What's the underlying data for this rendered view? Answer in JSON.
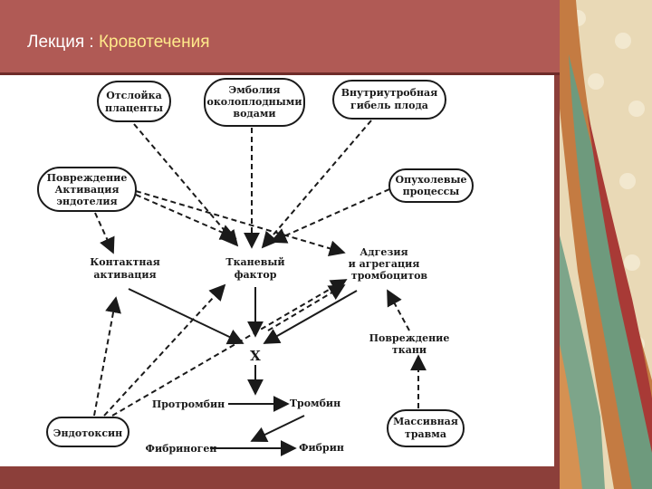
{
  "header": {
    "title_prefix": "Лекция",
    "separator": " : ",
    "title_main": "Кровотечения"
  },
  "nodes": {
    "placenta": [
      "Отслойка",
      "плаценты"
    ],
    "embolism": [
      "Эмболия",
      "околоплодными",
      "водами"
    ],
    "fetal_death": [
      "Внутриутробная",
      "гибель плода"
    ],
    "endothelium": [
      "Повреждение",
      "Активация",
      "эндотелия"
    ],
    "tumor": [
      "Опухолевые",
      "процессы"
    ],
    "contact": [
      "Контактная",
      "активация"
    ],
    "tissue_factor": [
      "Тканевый",
      "фактор"
    ],
    "platelets": [
      "Адгезия",
      "и агрегация",
      "тромбоцитов"
    ],
    "tissue_damage": [
      "Повреждение",
      "ткани"
    ],
    "x": "X",
    "prothrombin": "Протромбин",
    "thrombin": "Тромбин",
    "fibrinogen": "Фибриноген",
    "fibrin": "Фибрин",
    "endotoxin": "Эндотоксин",
    "trauma": [
      "Массивная",
      "травма"
    ]
  },
  "colors": {
    "header": "#b05a55",
    "frame": "#8c3f3a",
    "title_highlight": "#ffe98a",
    "ink": "#1a1a1a"
  }
}
